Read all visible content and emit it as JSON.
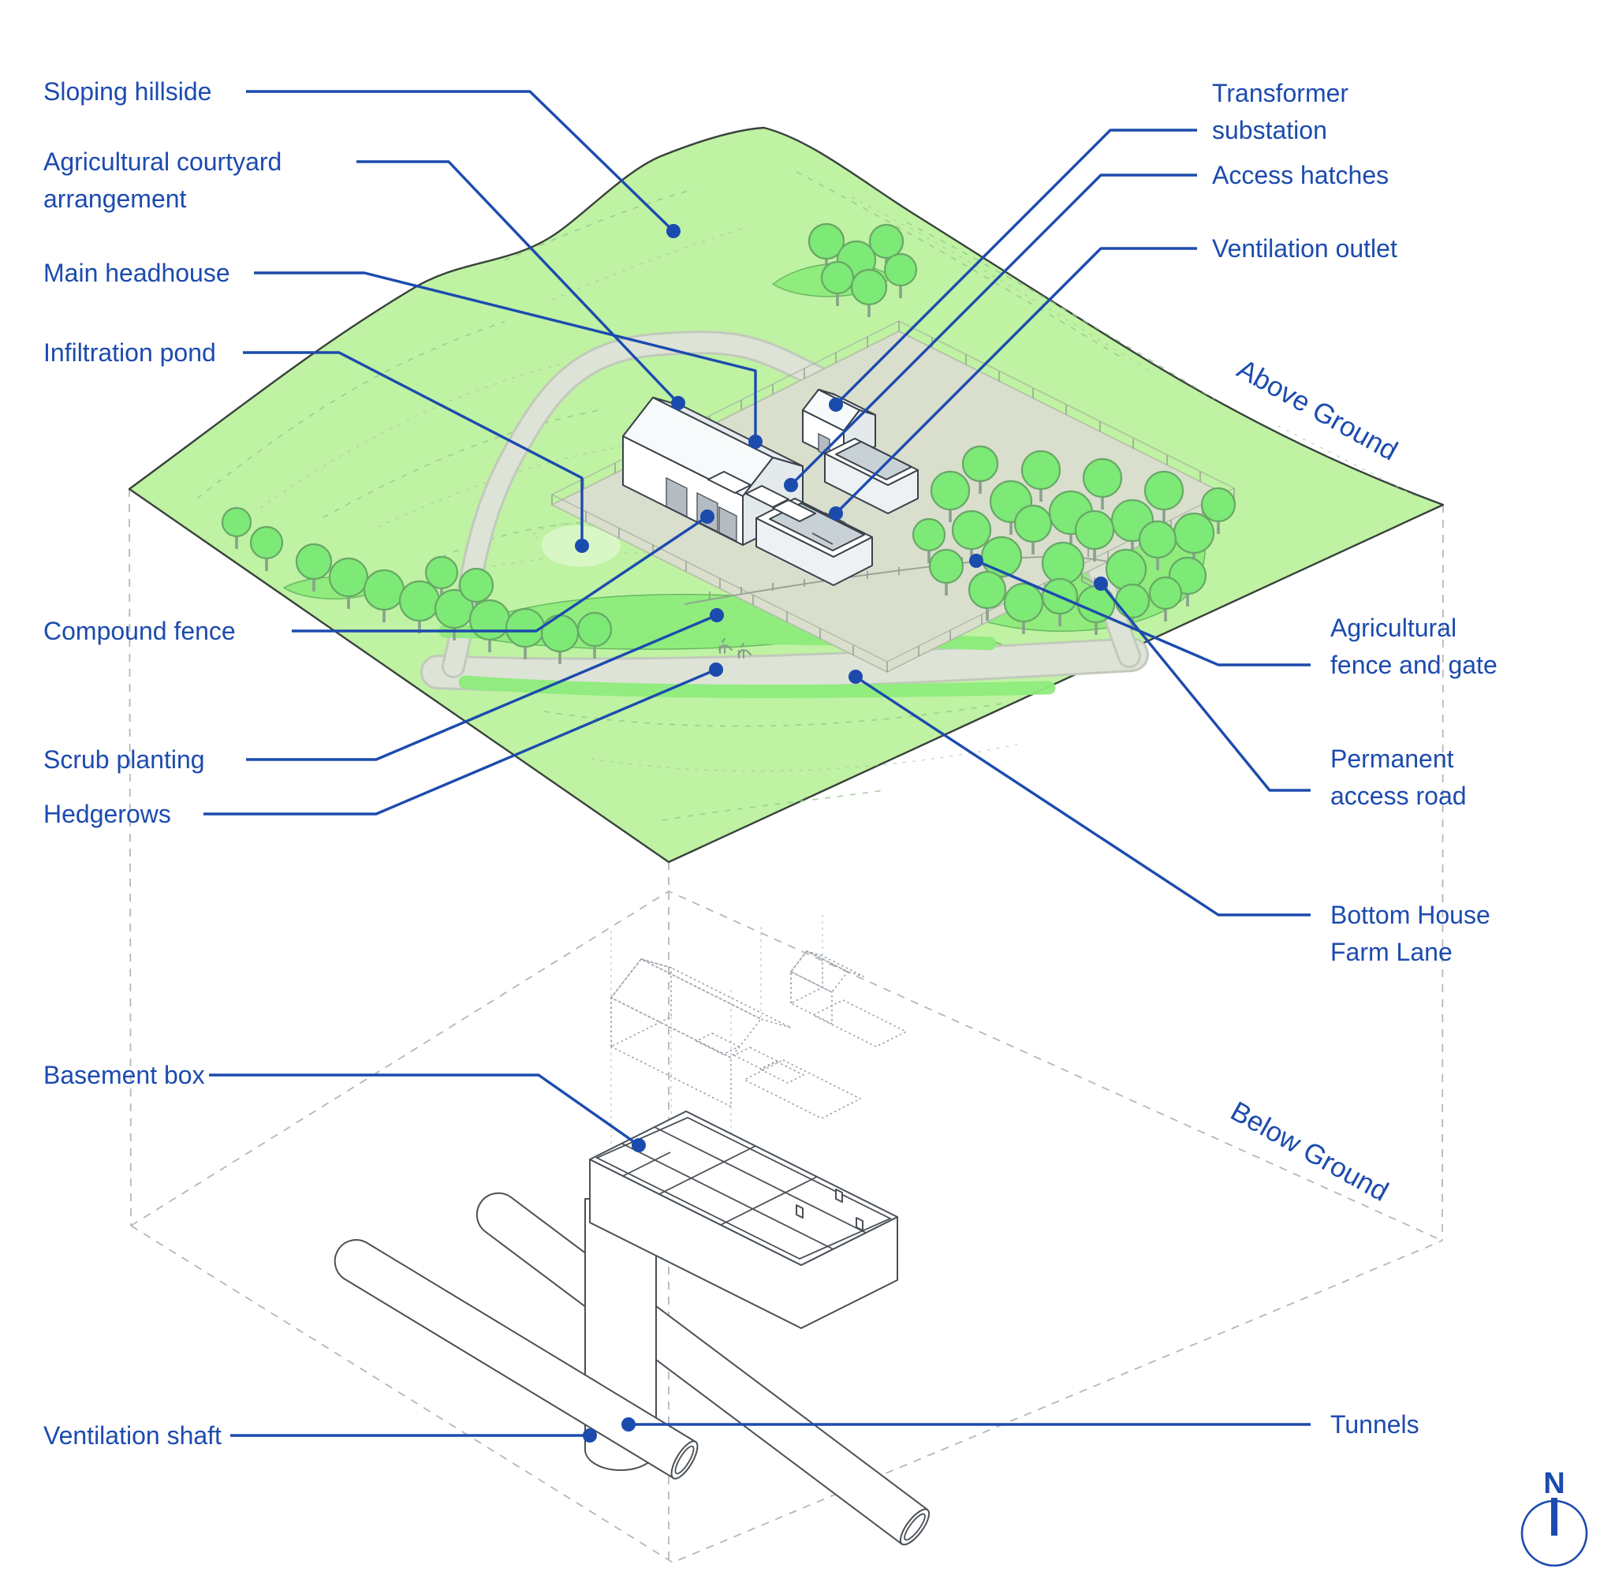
{
  "figure": {
    "above_section_title": "Above Ground",
    "below_section_title": "Below Ground"
  },
  "callouts_left": {
    "sloping_hillside": {
      "text": "Sloping hillside"
    },
    "agricultural_courtyard": {
      "line1": "Agricultural courtyard",
      "line2": "arrangement"
    },
    "main_headhouse": {
      "text": "Main headhouse"
    },
    "infiltration_pond": {
      "text": "Infiltration pond"
    },
    "compound_fence": {
      "text": "Compound fence"
    },
    "scrub_planting": {
      "text": "Scrub planting"
    },
    "hedgerows": {
      "text": "Hedgerows"
    },
    "basement_box": {
      "text": "Basement box"
    },
    "ventilation_shaft": {
      "text": "Ventilation shaft"
    }
  },
  "callouts_right": {
    "transformer_substation": {
      "line1": "Transformer",
      "line2": "substation"
    },
    "access_hatches": {
      "text": "Access hatches"
    },
    "ventilation_outlet": {
      "text": "Ventilation outlet"
    },
    "agricultural_fence_gate": {
      "line1": "Agricultural",
      "line2": "fence and gate"
    },
    "permanent_access_road": {
      "line1": "Permanent",
      "line2": "access road"
    },
    "bottom_house_farm_lane": {
      "line1": "Bottom House",
      "line2": "Farm Lane"
    },
    "tunnels": {
      "text": "Tunnels"
    }
  },
  "compass": {
    "north_label": "N"
  },
  "colors": {
    "label_blue": "#1c4bae",
    "terrain_green": "#bff2a3",
    "terrain_green_dark": "#8dec7c",
    "tree_green": "#7de976",
    "road_grey": "#dde3d6",
    "pad_grey": "#d9decd",
    "line_dark": "#39423c",
    "drawing_grey": "#4a5056",
    "dash_grey": "#b4b9b4"
  }
}
